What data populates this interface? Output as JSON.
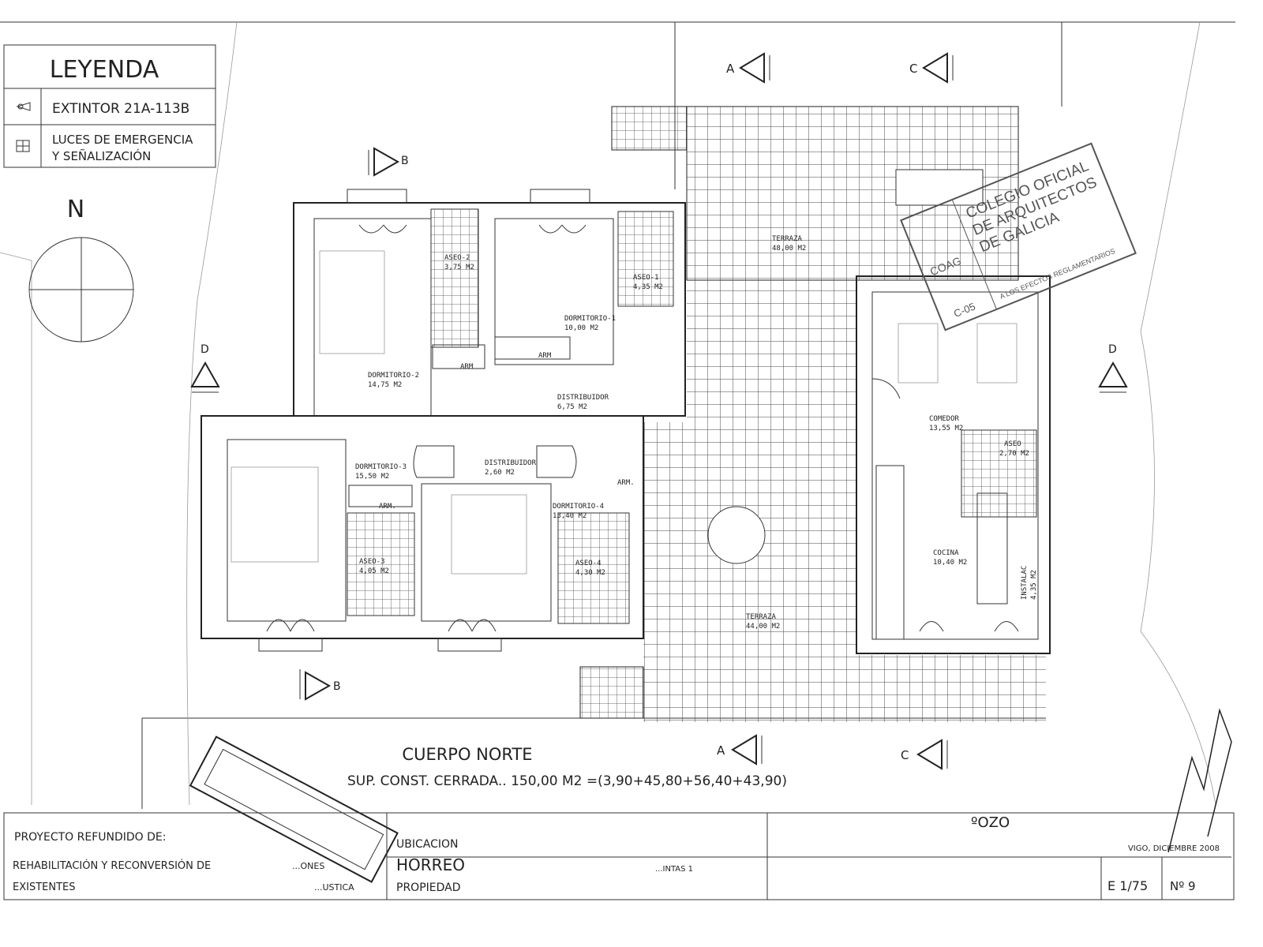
{
  "legend": {
    "title": "LEYENDA",
    "items": [
      {
        "icon": "extinguisher-symbol",
        "label": "EXTINTOR 21A-113B"
      },
      {
        "icon": "emergency-light-symbol",
        "label": "LUCES DE EMERGENCIA",
        "label2": "Y SEÑALIZACIÓN"
      }
    ]
  },
  "north_label": "N",
  "section_markers": {
    "a": "A",
    "b": "B",
    "c": "C",
    "d": "D"
  },
  "rooms": {
    "dormitorio1": {
      "name": "DORMITORIO-1",
      "area": "10,00 M2"
    },
    "dormitorio2": {
      "name": "DORMITORIO-2",
      "area": "14,75 M2"
    },
    "dormitorio3": {
      "name": "DORMITORIO-3",
      "area": "15,50 M2"
    },
    "dormitorio4": {
      "name": "DORMITORIO-4",
      "area": "13,40 M2"
    },
    "aseo1": {
      "name": "ASEO-1",
      "area": "4,35 M2"
    },
    "aseo2": {
      "name": "ASEO-2",
      "area": "3,75 M2"
    },
    "aseo3": {
      "name": "ASEO-3",
      "area": "4,05 M2"
    },
    "aseo4": {
      "name": "ASEO-4",
      "area": "4,30 M2"
    },
    "aseo": {
      "name": "ASEO",
      "area": "2,70 M2"
    },
    "distribuidor1": {
      "name": "DISTRIBUIDOR",
      "area": "6,75 M2"
    },
    "distribuidor2": {
      "name": "DISTRIBUIDOR",
      "area": "2,60 M2"
    },
    "terraza1": {
      "name": "TERRAZA",
      "area": "48,00 M2"
    },
    "terraza2": {
      "name": "TERRAZA",
      "area": "44,00 M2"
    },
    "comedor": {
      "name": "COMEDOR",
      "area": "13,55 M2"
    },
    "cocina": {
      "name": "COCINA",
      "area": "10,40 M2"
    },
    "instalac": {
      "name": "INSTALAC",
      "area": "4,35 M2"
    },
    "arm": "ARM.",
    "arm_plain": "ARM"
  },
  "plan_title": "CUERPO NORTE",
  "plan_subtitle": "SUP. CONST. CERRADA.. 150,00 M2 =(3,90+45,80+56,40+43,90)",
  "title_block": {
    "project_heading": "PROYECTO REFUNDIDO DE:",
    "project_line1": "REHABILITACIÓN Y RECONVERSIÓN DE",
    "project_line1_tail": "...ONES",
    "project_line2": "EXISTENTES",
    "project_line2_tail": "...USTICA",
    "ubicacion": "UBICACION",
    "horreo": "HORREO",
    "propiedad": "PROPIEDAD",
    "quintas": "...INTAS 1",
    "pozo": "ºOZO",
    "place_date": "VIGO, DICIEMBRE 2008",
    "scale": "E 1/75",
    "sheet": "Nº 9"
  },
  "stamp": {
    "line1": "COLEGIO OFICIAL",
    "line2": "DE ARQUITECTOS",
    "line3": "DE GALICIA",
    "logo": "COAG",
    "code": "C-05",
    "footer": "A LOS EFECTOS REGLAMENTARIOS",
    "color": "#555555"
  }
}
